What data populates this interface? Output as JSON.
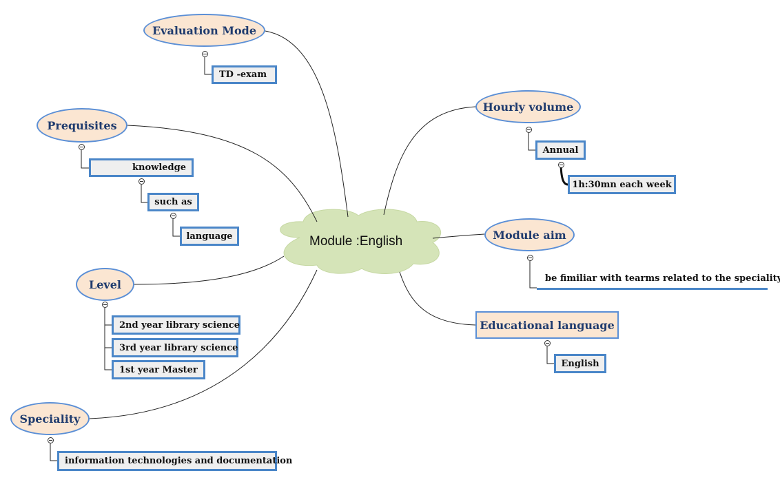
{
  "central_topic": "Module :English",
  "branches": {
    "evaluation_mode": {
      "title": "Evaluation Mode",
      "items": [
        "TD -exam"
      ]
    },
    "prequisites": {
      "title": "Prequisites",
      "items": [
        "knowledge",
        "such as",
        "language"
      ]
    },
    "level": {
      "title": "Level",
      "items": [
        "2nd year library science",
        "3rd year library science",
        "1st year Master"
      ]
    },
    "speciality": {
      "title": "Speciality",
      "items": [
        "information technologies and documentation"
      ]
    },
    "hourly_volume": {
      "title": "Hourly volume",
      "items": [
        "Annual",
        "1h:30mn each week"
      ]
    },
    "module_aim": {
      "title": "Module aim",
      "items": [
        "be fimiliar with tearms related to the speciality"
      ]
    },
    "educational_language": {
      "title": "Educational language",
      "items": [
        "English"
      ]
    }
  },
  "colors": {
    "topic_fill": "#fbe6d2",
    "topic_border": "#5b8fd6",
    "topic_text": "#1f3b6e",
    "box_fill": "#efefef",
    "box_border": "#4a86c8",
    "cloud_fill": "#d5e4b8"
  }
}
